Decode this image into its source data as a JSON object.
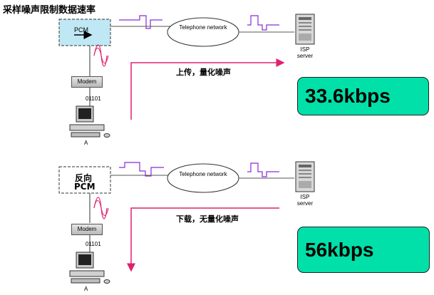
{
  "title": "采样噪声限制数据速率",
  "top": {
    "pcm_label": "PCM",
    "network_label": "Telephone network",
    "server_label": "ISP server",
    "modem_label": "Modem",
    "bits_label": "01101",
    "computer_label": "A",
    "direction_label": "上传，量化噪声",
    "speed": "33.6kbps",
    "box_color": "#bfe8f4"
  },
  "bottom": {
    "pcm_label_line1": "反向",
    "pcm_label_line2": "PCM",
    "network_label": "Telephone network",
    "server_label": "ISP server",
    "modem_label": "Modem",
    "bits_label": "01101",
    "computer_label": "A",
    "direction_label": "下载，无量化噪声",
    "speed": "56kbps",
    "box_color": "#ffffff"
  },
  "colors": {
    "speed_fill": "#00e0a8",
    "arrow": "#e0206e",
    "signal": "#8a2ad8",
    "wave": "#e0206e"
  }
}
